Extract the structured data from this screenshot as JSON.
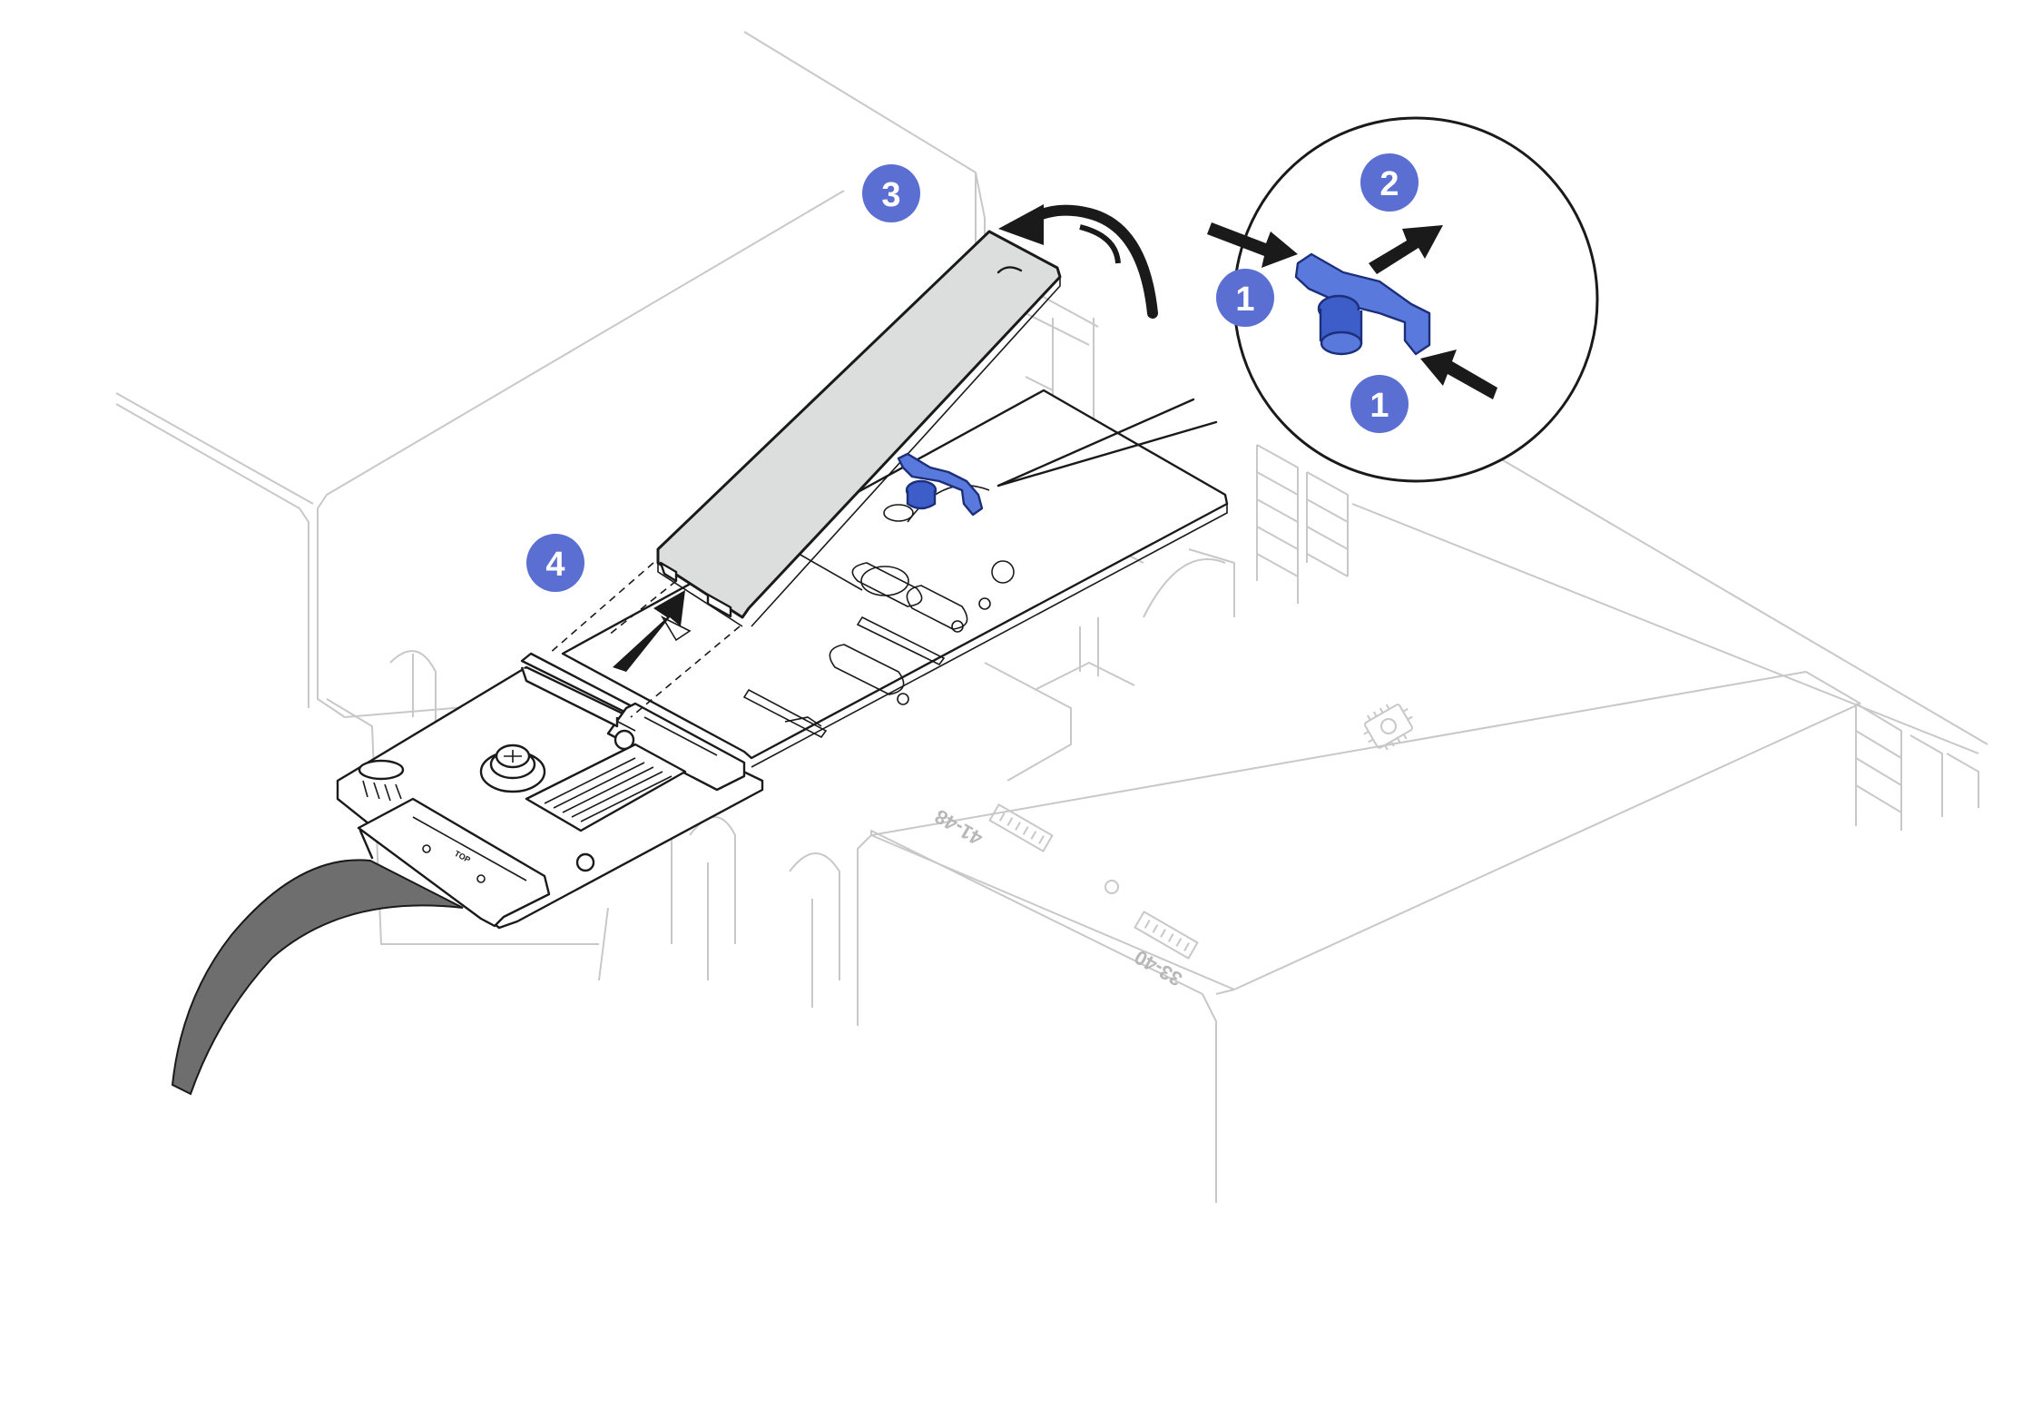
{
  "figure": {
    "description_labels": {
      "callout_1a": "1",
      "callout_1b": "1",
      "callout_2": "2",
      "callout_3": "3",
      "callout_4": "4"
    },
    "chassis_labels": {
      "label_left": "41-48",
      "label_right": "33-40"
    },
    "board_label": "TOP"
  },
  "colors": {
    "callout_badge": "#5b6fd2",
    "retainer_clip": "#5a79dc",
    "ssd_body": "#dcdede",
    "cable": "#6e6e6e",
    "chassis_lines": "#c8c8c8"
  },
  "icons": [
    "processor-icon",
    "dimm-icon",
    "arrow-icon",
    "rotate-arrow-icon"
  ]
}
